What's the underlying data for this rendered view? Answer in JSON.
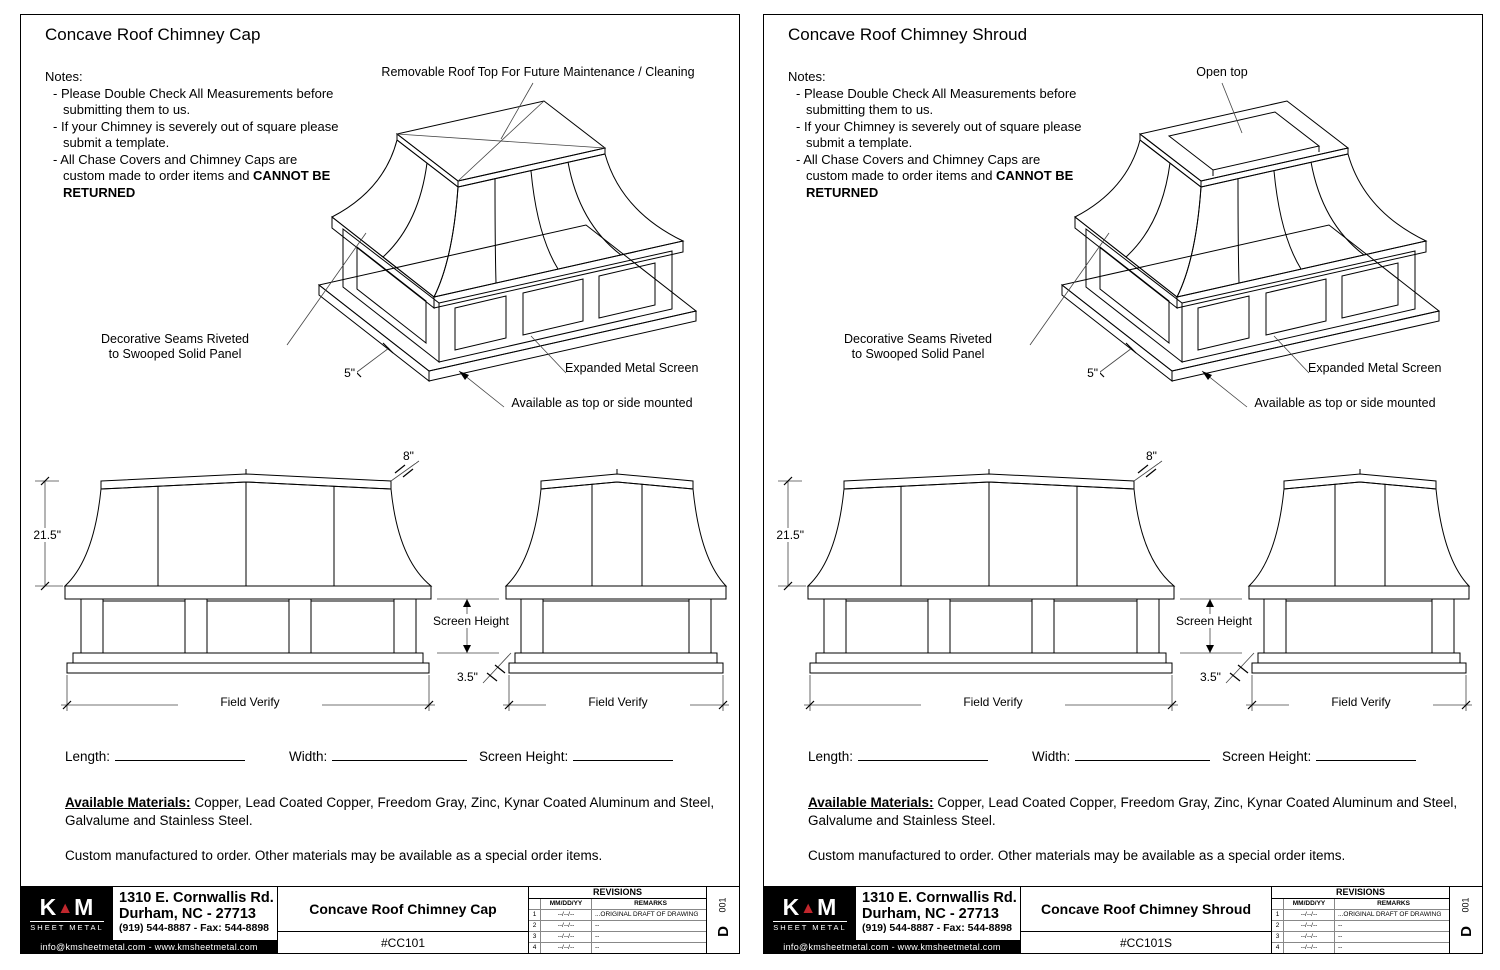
{
  "colors": {
    "accent_red": "#c1272d",
    "mesh_dark": "#181818",
    "ink": "#000000"
  },
  "panels": [
    {
      "title": "Concave Roof Chimney Cap",
      "notes": {
        "heading": "Notes:",
        "items": [
          "Please Double Check All Measurements before submitting them to us.",
          "If your Chimney is severely out of square please submit a template.",
          "All Chase Covers and Chimney Caps are custom made to order items and"
        ],
        "warning": "CANNOT BE RETURNED"
      },
      "iso": {
        "top_annotation": "Removable Roof Top For Future Maintenance / Cleaning",
        "seams_line1": "Decorative Seams Riveted",
        "seams_line2": "to Swooped Solid Panel",
        "dim_overhang": "5\"",
        "screen_label": "Expanded Metal Screen",
        "mount_label": "Available as top or side mounted"
      },
      "elev": {
        "dim_top": "8\"",
        "dim_height": "21.5\"",
        "screen_height": "Screen Height",
        "dim_base": "3.5\"",
        "field_verify_front": "Field Verify",
        "field_verify_side": "Field Verify"
      },
      "form": {
        "length": "Length:",
        "width": "Width:",
        "screen_height": "Screen Height:"
      },
      "materials": {
        "heading": "Available Materials:",
        "text": "Copper, Lead Coated Copper, Freedom Gray, Zinc, Kynar Coated Aluminum and Steel, Galvalume and Stainless Steel."
      },
      "custom": "Custom manufactured to order. Other materials may be available as a special order items.",
      "titleblock": {
        "logo_k": "K",
        "logo_triangle": "▲",
        "logo_m": "M",
        "logo_tagline": "SHEET METAL",
        "address1": "1310 E. Cornwallis Rd.",
        "address2": "Durham, NC - 27713",
        "address3": "(919) 544-8887 - Fax: 544-8898",
        "contact": "info@kmsheetmetal.com - www.kmsheetmetal.com",
        "drawing_title": "Concave Roof Chimney Cap",
        "drawing_number": "#CC101",
        "revisions_header": "REVISIONS",
        "col_date": "MM/DD/YY",
        "col_remarks": "REMARKS",
        "rev_rows": [
          {
            "n": "1",
            "date": "--/--/--",
            "remark": "...ORIGINAL DRAFT OF DRAWING"
          },
          {
            "n": "2",
            "date": "--/--/--",
            "remark": "--"
          },
          {
            "n": "3",
            "date": "--/--/--",
            "remark": "--"
          },
          {
            "n": "4",
            "date": "--/--/--",
            "remark": "--"
          }
        ],
        "sheet_number": "001",
        "sheet_letter": "D"
      }
    },
    {
      "title": "Concave Roof Chimney Shroud",
      "notes": {
        "heading": "Notes:",
        "items": [
          "Please Double Check All Measurements before submitting them to us.",
          "If your Chimney is severely out of square please submit a template.",
          "All Chase Covers and Chimney Caps are custom made to order items and"
        ],
        "warning": "CANNOT BE RETURNED"
      },
      "iso": {
        "top_annotation": "Open top",
        "seams_line1": "Decorative Seams Riveted",
        "seams_line2": "to Swooped Solid Panel",
        "dim_overhang": "5\"",
        "screen_label": "Expanded Metal Screen",
        "mount_label": "Available as top or side mounted"
      },
      "elev": {
        "dim_top": "8\"",
        "dim_height": "21.5\"",
        "screen_height": "Screen Height",
        "dim_base": "3.5\"",
        "field_verify_front": "Field Verify",
        "field_verify_side": "Field Verify"
      },
      "form": {
        "length": "Length:",
        "width": "Width:",
        "screen_height": "Screen Height:"
      },
      "materials": {
        "heading": "Available Materials:",
        "text": "Copper, Lead Coated Copper, Freedom Gray, Zinc, Kynar Coated Aluminum and Steel, Galvalume and Stainless Steel."
      },
      "custom": "Custom manufactured to order. Other materials may be available as a special order items.",
      "titleblock": {
        "logo_k": "K",
        "logo_triangle": "▲",
        "logo_m": "M",
        "logo_tagline": "SHEET METAL",
        "address1": "1310 E. Cornwallis Rd.",
        "address2": "Durham, NC - 27713",
        "address3": "(919) 544-8887 - Fax: 544-8898",
        "contact": "info@kmsheetmetal.com - www.kmsheetmetal.com",
        "drawing_title": "Concave Roof Chimney Shroud",
        "drawing_number": "#CC101S",
        "revisions_header": "REVISIONS",
        "col_date": "MM/DD/YY",
        "col_remarks": "REMARKS",
        "rev_rows": [
          {
            "n": "1",
            "date": "--/--/--",
            "remark": "...ORIGINAL DRAFT OF DRAWING"
          },
          {
            "n": "2",
            "date": "--/--/--",
            "remark": "--"
          },
          {
            "n": "3",
            "date": "--/--/--",
            "remark": "--"
          },
          {
            "n": "4",
            "date": "--/--/--",
            "remark": "--"
          }
        ],
        "sheet_number": "001",
        "sheet_letter": "D"
      }
    }
  ]
}
